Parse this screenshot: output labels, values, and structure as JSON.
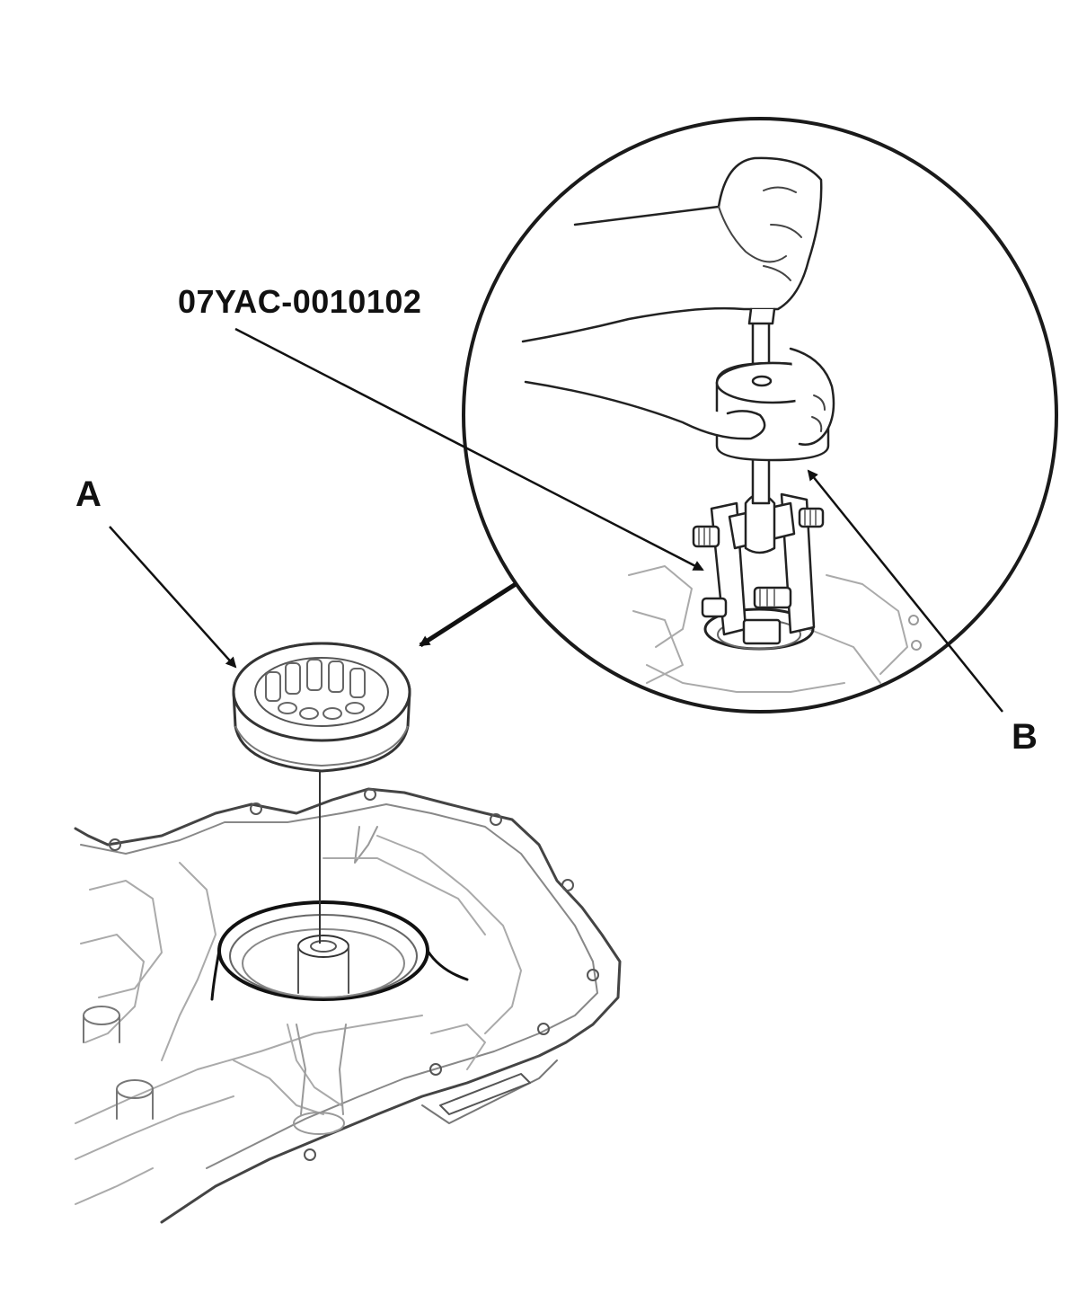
{
  "callouts": {
    "tool_number": "07YAC-0010102",
    "part_a": "A",
    "part_b": "B"
  },
  "colors": {
    "line_dark": "#1a1a1a",
    "line_light": "#9a9a9a",
    "background": "#ffffff"
  }
}
